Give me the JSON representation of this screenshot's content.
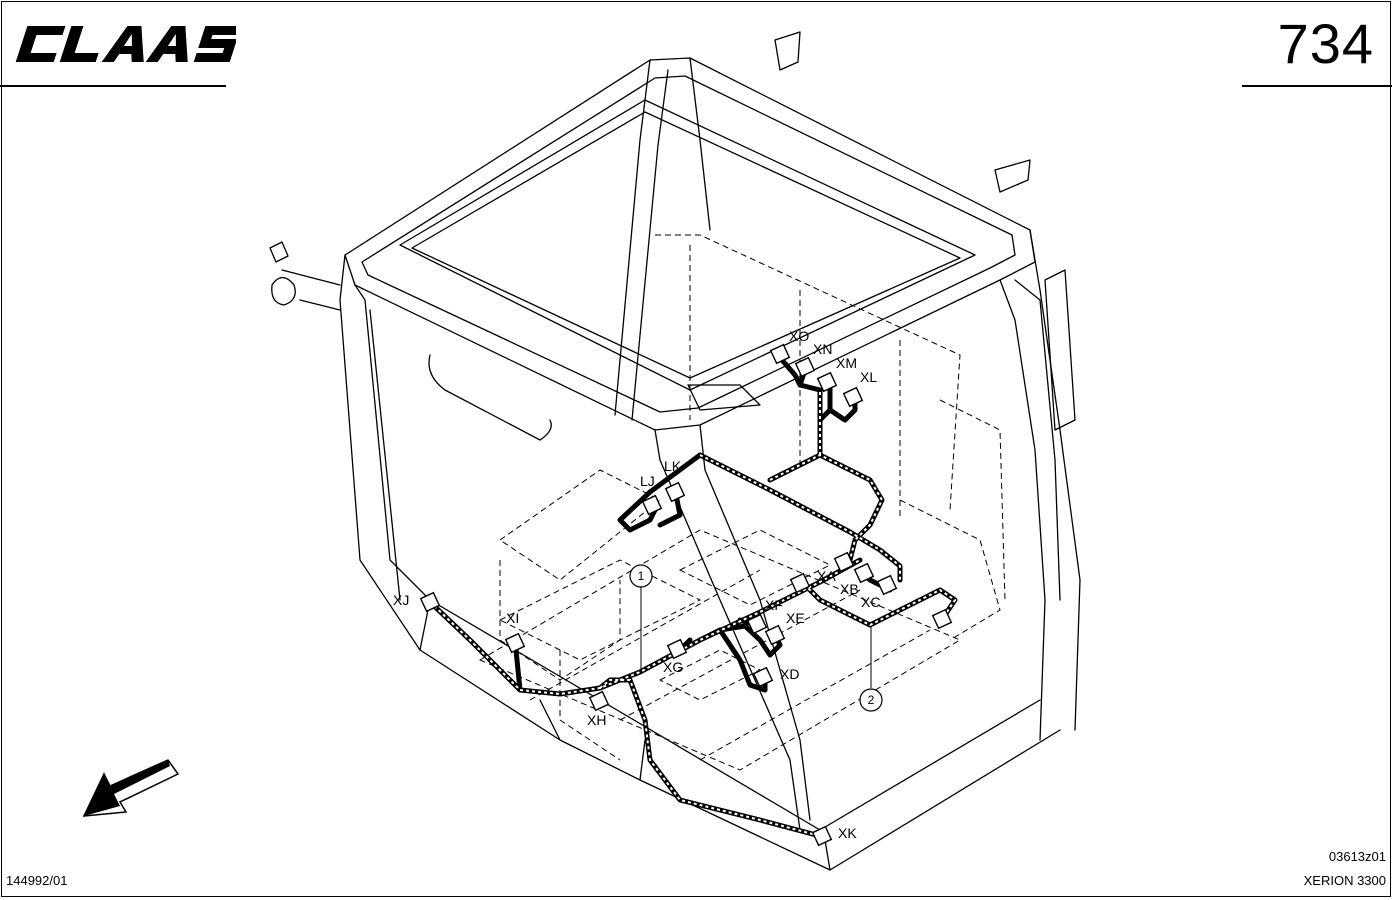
{
  "header": {
    "logo_text": "CLAAS",
    "page_number": "734"
  },
  "footer": {
    "document_number": "144992/01",
    "image_code": "03613z01",
    "model": "XERION 3300"
  },
  "diagram": {
    "connectors": [
      "XO",
      "XN",
      "XM",
      "XL",
      "LK",
      "LJ",
      "XA",
      "XB",
      "XC",
      "XF",
      "XE",
      "XG",
      "XD",
      "XJ",
      "XI",
      "XH",
      "XK"
    ],
    "callouts": [
      "1",
      "2"
    ],
    "orientation_arrow": "arrow-down-left-icon"
  },
  "colors": {
    "ink": "#000000",
    "paper": "#ffffff"
  }
}
